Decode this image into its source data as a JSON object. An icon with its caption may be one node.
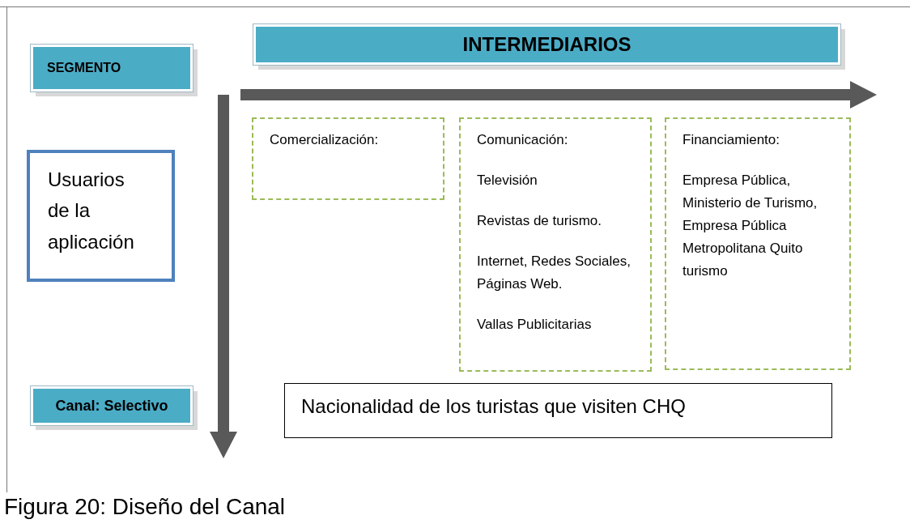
{
  "diagram": {
    "caption": "Figura 20: Diseño del Canal",
    "nodes": [
      {
        "text": [
          "SEGMENTO"
        ]
      },
      {
        "text": [
          "INTERMEDIARIOS"
        ]
      },
      {
        "text": [
          "Usuarios de la aplicación"
        ]
      },
      {
        "text": [
          "Comercialización:"
        ]
      },
      {
        "text": [
          "Comunicación:",
          "Televisión",
          "Revistas de turismo.",
          "Internet, Redes Sociales, Páginas Web.",
          "Vallas Publicitarias"
        ]
      },
      {
        "text": [
          "Financiamiento:",
          "Empresa Pública, Ministerio de Turismo, Empresa Pública Metropolitana Quito turismo"
        ]
      },
      {
        "text": [
          "Canal: Selectivo"
        ]
      },
      {
        "text": [
          "Nacionalidad de los turistas que visiten CHQ"
        ]
      },
      {
        "text": [],
        "shape": "arrow"
      },
      {
        "text": [],
        "shape": "arrow"
      }
    ]
  }
}
